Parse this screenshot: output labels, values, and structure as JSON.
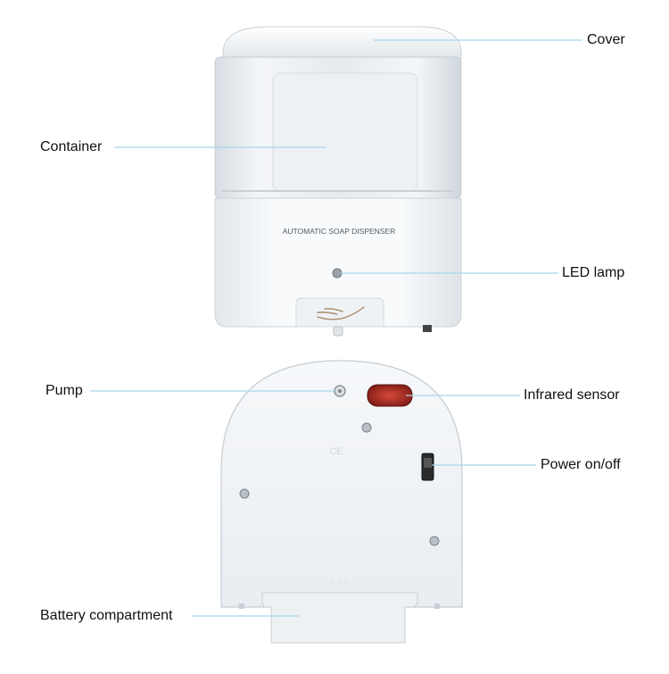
{
  "dispenser": {
    "front_text": "AUTOMATIC SOAP DISPENSER"
  },
  "labels": {
    "cover": "Cover",
    "container": "Container",
    "led_lamp": "LED lamp",
    "pump": "Pump",
    "infrared_sensor": "Infrared sensor",
    "power": "Power on/off",
    "battery": "Battery compartment"
  },
  "colors": {
    "leader_line": "#a9d6ea",
    "body_white": "#f2f5f8",
    "sensor_red": "#b8322a"
  }
}
